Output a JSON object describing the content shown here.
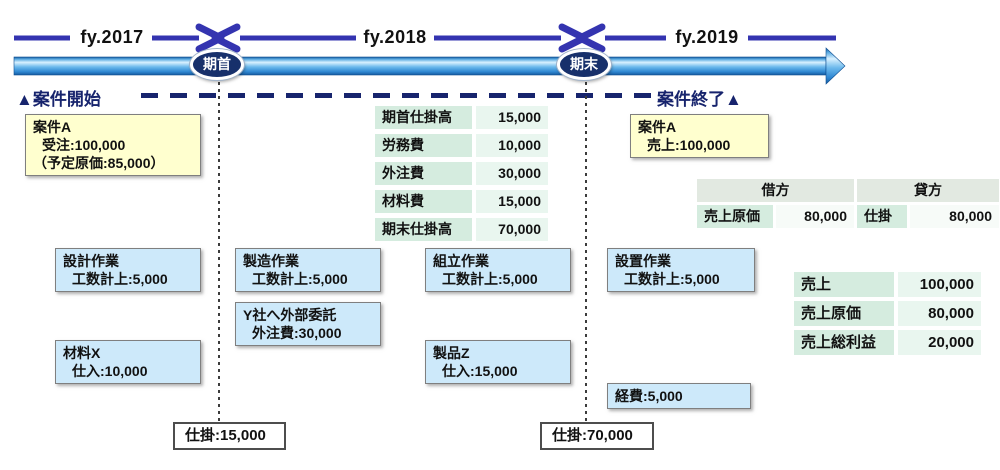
{
  "timeline": {
    "fiscal_years": [
      "fy.2017",
      "fy.2018",
      "fy.2019"
    ],
    "period_start_badge": "期首",
    "period_end_badge": "期末",
    "project_start_label": "▲案件開始",
    "project_end_label": "案件終了▲"
  },
  "order_box": {
    "line1": "案件A",
    "line2": "受注:100,000",
    "line3": "（予定原価:85,000）"
  },
  "sales_box": {
    "line1": "案件A",
    "line2": "売上:100,000"
  },
  "wip_cost_table": {
    "rows": [
      {
        "label": "期首仕掛高",
        "value": "15,000"
      },
      {
        "label": "労務費",
        "value": "10,000"
      },
      {
        "label": "外注費",
        "value": "30,000"
      },
      {
        "label": "材料費",
        "value": "15,000"
      },
      {
        "label": "期末仕掛高",
        "value": "70,000"
      }
    ]
  },
  "journal_table": {
    "debit_header": "借方",
    "credit_header": "貸方",
    "debit_label": "売上原価",
    "debit_value": "80,000",
    "credit_label": "仕掛",
    "credit_value": "80,000"
  },
  "pl_table": {
    "rows": [
      {
        "label": "売上",
        "value": "100,000"
      },
      {
        "label": "売上原価",
        "value": "80,000"
      },
      {
        "label": "売上総利益",
        "value": "20,000"
      }
    ]
  },
  "task_boxes": {
    "design": {
      "title": "設計作業",
      "detail": "工数計上:5,000"
    },
    "material_x": {
      "title": "材料X",
      "detail": "仕入:10,000"
    },
    "manufacturing": {
      "title": "製造作業",
      "detail": "工数計上:5,000"
    },
    "outsourcing": {
      "title": "Y社へ外部委託",
      "detail": "外注費:30,000"
    },
    "assembly": {
      "title": "組立作業",
      "detail": "工数計上:5,000"
    },
    "product_z": {
      "title": "製品Z",
      "detail": "仕入:15,000"
    },
    "installation": {
      "title": "設置作業",
      "detail": "工数計上:5,000"
    },
    "expense": {
      "title": "経費:5,000"
    }
  },
  "wip_balance_boxes": {
    "period_start": "仕掛:15,000",
    "period_end": "仕掛:70,000"
  },
  "colors": {
    "timeline_arrow": "#3434b0",
    "bar_blue_mid": "#5fb2ea",
    "navy": "#17246d",
    "badge_navy": "#17306b",
    "yellow_box": "#ffffcf",
    "blue_box": "#cde9fa",
    "mint_label": "#d5ecdf",
    "mint_value": "#e9f6ef",
    "header_gray_green": "#e2e9e1"
  }
}
